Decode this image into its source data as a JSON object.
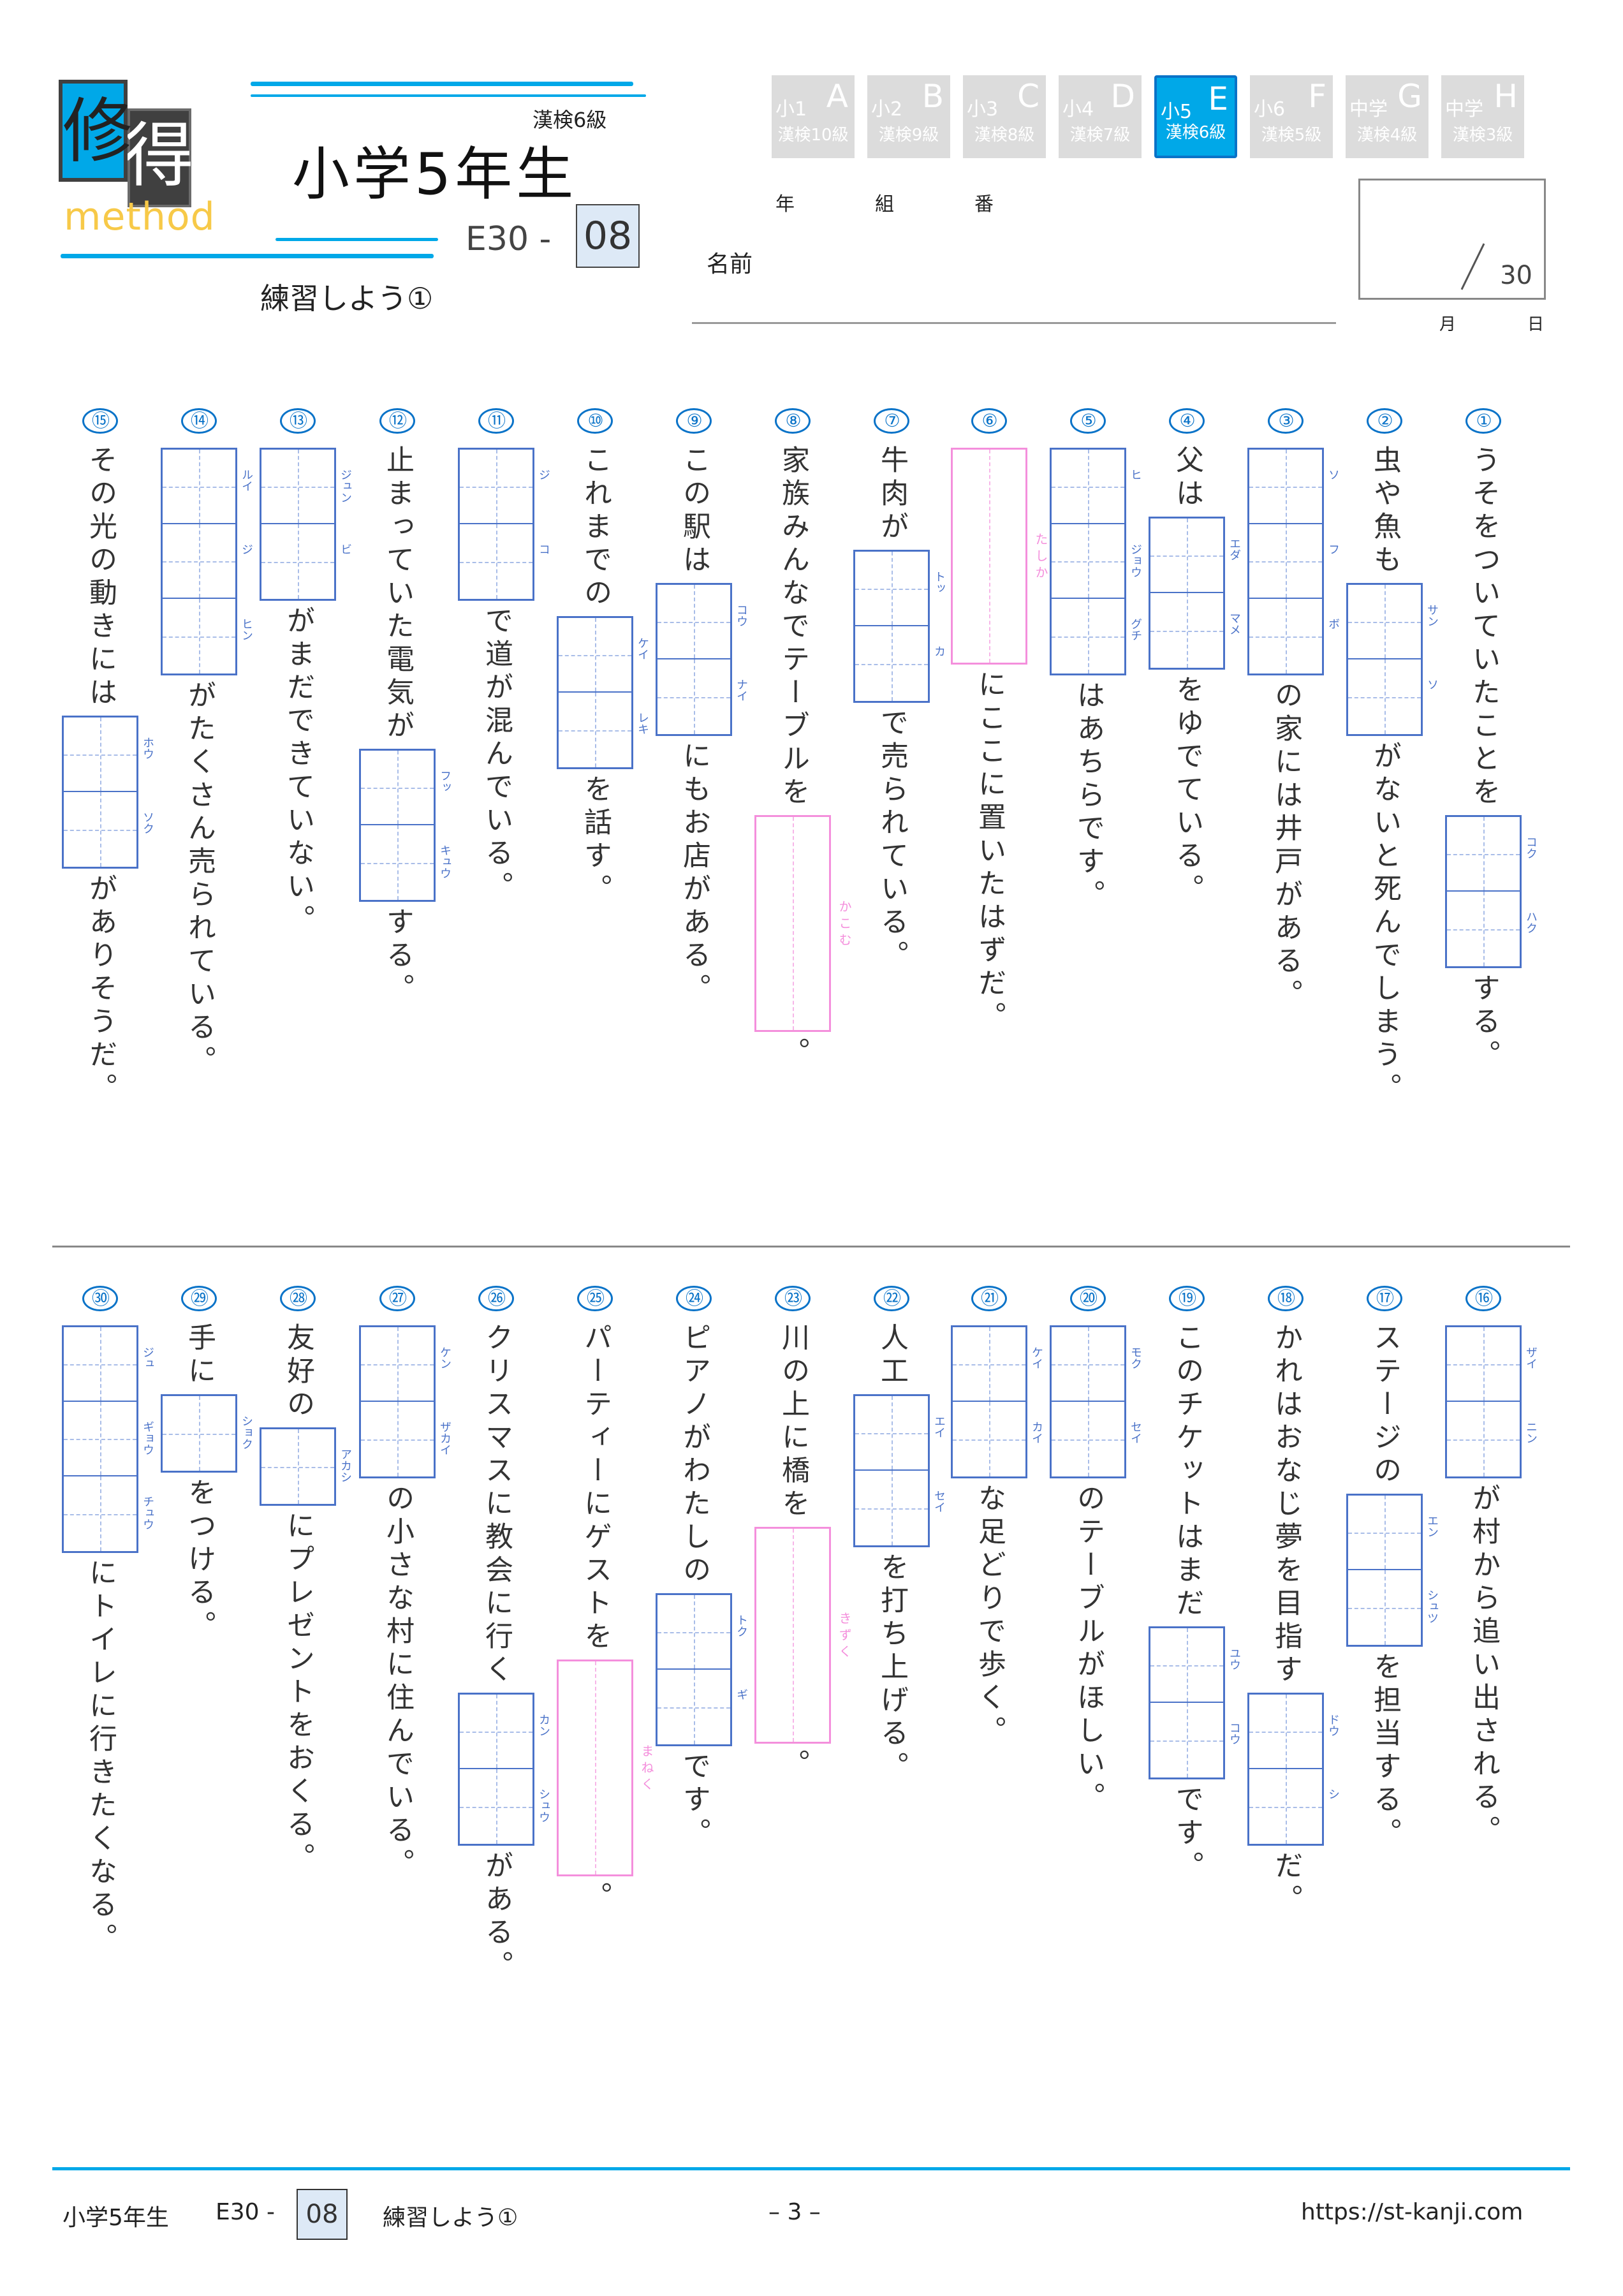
{
  "header": {
    "logo": {
      "char1": "修",
      "char2": "得",
      "sub": "method"
    },
    "kanken_level": "漢検6級",
    "grade_title": "小学5年生",
    "code_prefix": "E30 -",
    "code_number": "08",
    "subtitle": "練習しよう①"
  },
  "grade_tabs": [
    {
      "grade": "小1",
      "letter": "A",
      "level": "漢検10級",
      "active": false
    },
    {
      "grade": "小2",
      "letter": "B",
      "level": "漢検9級",
      "active": false
    },
    {
      "grade": "小3",
      "letter": "C",
      "level": "漢検8級",
      "active": false
    },
    {
      "grade": "小4",
      "letter": "D",
      "level": "漢検7級",
      "active": false
    },
    {
      "grade": "小5",
      "letter": "E",
      "level": "漢検6級",
      "active": true
    },
    {
      "grade": "小6",
      "letter": "F",
      "level": "漢検5級",
      "active": false
    },
    {
      "grade": "中学",
      "letter": "G",
      "level": "漢検4級",
      "active": false
    },
    {
      "grade": "中学",
      "letter": "H",
      "level": "漢検3級",
      "active": false
    }
  ],
  "student_info": {
    "year_label": "年",
    "class_label": "組",
    "number_label": "番",
    "name_label": "名前",
    "month_label": "月",
    "day_label": "日"
  },
  "score": {
    "total": "30"
  },
  "questions": [
    {
      "num": "①",
      "before": "うそをついていたことを",
      "box": {
        "type": "kanji",
        "furigana": [
          "コク",
          "ハク"
        ]
      },
      "after": "する。"
    },
    {
      "num": "②",
      "before": "虫や魚も",
      "box": {
        "type": "kanji",
        "furigana": [
          "サン",
          "ソ"
        ]
      },
      "after": "がないと死んでしまう。"
    },
    {
      "num": "③",
      "before": "",
      "box": {
        "type": "kanji",
        "furigana": [
          "ソ",
          "フ",
          "ボ"
        ]
      },
      "after": "の家には井戸がある。"
    },
    {
      "num": "④",
      "before": "父は",
      "box": {
        "type": "kanji",
        "furigana": [
          "エダ",
          "マメ"
        ]
      },
      "after": "をゆでている。"
    },
    {
      "num": "⑤",
      "before": "",
      "box": {
        "type": "kanji",
        "furigana": [
          "ヒ",
          "ジョウ",
          "グチ"
        ]
      },
      "after": "はあちらです。"
    },
    {
      "num": "⑥",
      "before": "",
      "box": {
        "type": "okurigana",
        "furigana": "たしか"
      },
      "after": "にここに置いたはずだ。"
    },
    {
      "num": "⑦",
      "before": "牛肉が",
      "box": {
        "type": "kanji",
        "furigana": [
          "トッ",
          "カ"
        ]
      },
      "after": "で売られている。"
    },
    {
      "num": "⑧",
      "before": "家族みんなでテーブルを",
      "box": {
        "type": "okurigana",
        "furigana": "かこむ"
      },
      "after": "。"
    },
    {
      "num": "⑨",
      "before": "この駅は",
      "box": {
        "type": "kanji",
        "furigana": [
          "コウ",
          "ナイ"
        ]
      },
      "after": "にもお店がある。"
    },
    {
      "num": "⑩",
      "before": "これまでの",
      "box": {
        "type": "kanji",
        "furigana": [
          "ケイ",
          "レキ"
        ]
      },
      "after": "を話す。"
    },
    {
      "num": "⑪",
      "before": "",
      "box": {
        "type": "kanji",
        "furigana": [
          "ジ",
          "コ"
        ]
      },
      "after": "で道が混んでいる。"
    },
    {
      "num": "⑫",
      "before": "止まっていた電気が",
      "box": {
        "type": "kanji",
        "furigana": [
          "フッ",
          "キュウ"
        ]
      },
      "after": "する。"
    },
    {
      "num": "⑬",
      "before": "",
      "box": {
        "type": "kanji",
        "furigana": [
          "ジュン",
          "ビ"
        ]
      },
      "after": "がまだできていない。"
    },
    {
      "num": "⑭",
      "before": "",
      "box": {
        "type": "kanji",
        "furigana": [
          "ルイ",
          "ジ",
          "ヒン"
        ]
      },
      "after": "がたくさん売られている。"
    },
    {
      "num": "⑮",
      "before": "その光の動きには",
      "box": {
        "type": "kanji",
        "furigana": [
          "ホウ",
          "ソク"
        ]
      },
      "after": "がありそうだ。"
    },
    {
      "num": "⑯",
      "before": "",
      "box": {
        "type": "kanji",
        "furigana": [
          "ザイ",
          "ニン"
        ]
      },
      "after": "が村から追い出される。"
    },
    {
      "num": "⑰",
      "before": "ステージの",
      "box": {
        "type": "kanji",
        "furigana": [
          "エン",
          "シュツ"
        ]
      },
      "after": "を担当する。"
    },
    {
      "num": "⑱",
      "before": "かれはおなじ夢を目指す",
      "box": {
        "type": "kanji",
        "furigana": [
          "ドウ",
          "シ"
        ]
      },
      "after": "だ。"
    },
    {
      "num": "⑲",
      "before": "このチケットはまだ",
      "box": {
        "type": "kanji",
        "furigana": [
          "ユウ",
          "コウ"
        ]
      },
      "after": "です。"
    },
    {
      "num": "⑳",
      "before": "",
      "box": {
        "type": "kanji",
        "furigana": [
          "モク",
          "セイ"
        ]
      },
      "after": "のテーブルがほしい。"
    },
    {
      "num": "㉑",
      "before": "",
      "box": {
        "type": "kanji",
        "furigana": [
          "ケイ",
          "カイ"
        ]
      },
      "after": "な足どりで歩く。"
    },
    {
      "num": "㉒",
      "before": "人工",
      "box": {
        "type": "kanji",
        "furigana": [
          "エイ",
          "セイ"
        ]
      },
      "after": "を打ち上げる。"
    },
    {
      "num": "㉓",
      "before": "川の上に橋を",
      "box": {
        "type": "okurigana",
        "furigana": "きずく"
      },
      "after": "。"
    },
    {
      "num": "㉔",
      "before": "ピアノがわたしの",
      "box": {
        "type": "kanji",
        "furigana": [
          "トク",
          "ギ"
        ]
      },
      "after": "です。"
    },
    {
      "num": "㉕",
      "before": "パーティーにゲストを",
      "box": {
        "type": "okurigana",
        "furigana": "まねく"
      },
      "after": "。"
    },
    {
      "num": "㉖",
      "before": "クリスマスに教会に行く",
      "box": {
        "type": "kanji",
        "furigana": [
          "カン",
          "シュウ"
        ]
      },
      "after": "がある。"
    },
    {
      "num": "㉗",
      "before": "",
      "box": {
        "type": "kanji",
        "furigana": [
          "ケン",
          "ザカイ"
        ]
      },
      "after": "の小さな村に住んでいる。"
    },
    {
      "num": "㉘",
      "before": "友好の",
      "box": {
        "type": "kanji",
        "furigana": [
          "アカシ"
        ]
      },
      "after": "にプレゼントをおくる。"
    },
    {
      "num": "㉙",
      "before": "手に",
      "box": {
        "type": "kanji",
        "furigana": [
          "ショク"
        ]
      },
      "after": "をつける。"
    },
    {
      "num": "㉚",
      "before": "",
      "box": {
        "type": "kanji",
        "furigana": [
          "ジュ",
          "ギョウ",
          "チュウ"
        ]
      },
      "after": "にトイレに行きたくなる。"
    }
  ],
  "footer": {
    "grade": "小学5年生",
    "code_prefix": "E30 -",
    "code_number": "08",
    "subtitle": "練習しよう①",
    "page": "– 3 –",
    "url": "https://st-kanji.com"
  },
  "colors": {
    "accent": "#00a8e8",
    "box_blue": "#4a72c8",
    "box_pink": "#f48fdc",
    "number_blue": "#0a73c8"
  }
}
